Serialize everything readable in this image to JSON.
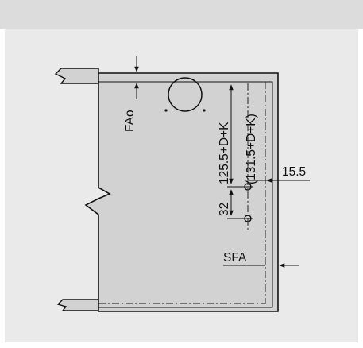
{
  "diagram": {
    "labels": {
      "fa": "FAo",
      "dim_upper": "125.5+D+K",
      "dim_upper_alt": "(131.5+D+K)",
      "dim_side": "15.5",
      "dim_hole_spacing": "32",
      "sfa": "SFA"
    },
    "colors": {
      "top_band": "#dcdcdc",
      "panel": "#eaeaea",
      "cabinet_fill": "#d2d2d2",
      "line": "#111111"
    }
  }
}
